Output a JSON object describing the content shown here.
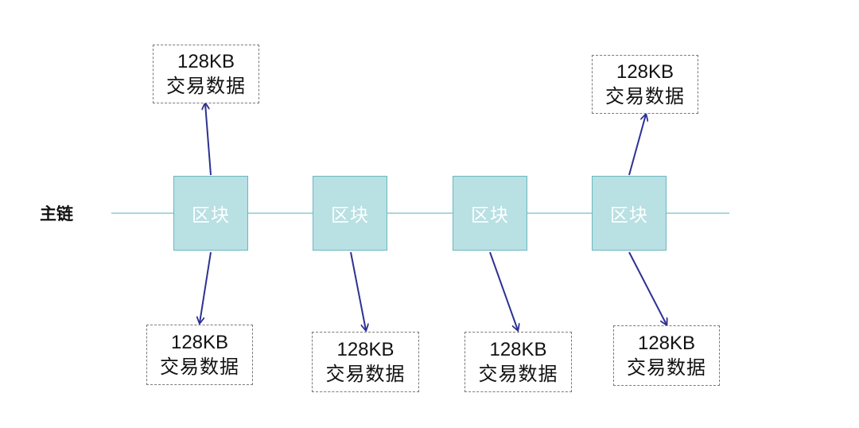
{
  "chain": {
    "label": "主链"
  },
  "block_label": "区块",
  "data_size": "128KB",
  "data_desc": "交易数据",
  "colors": {
    "chain_line": "#a9d8dd",
    "block_fill": "#b9e0e3",
    "block_border": "#6bb7bf",
    "arrow": "#2e3192"
  }
}
